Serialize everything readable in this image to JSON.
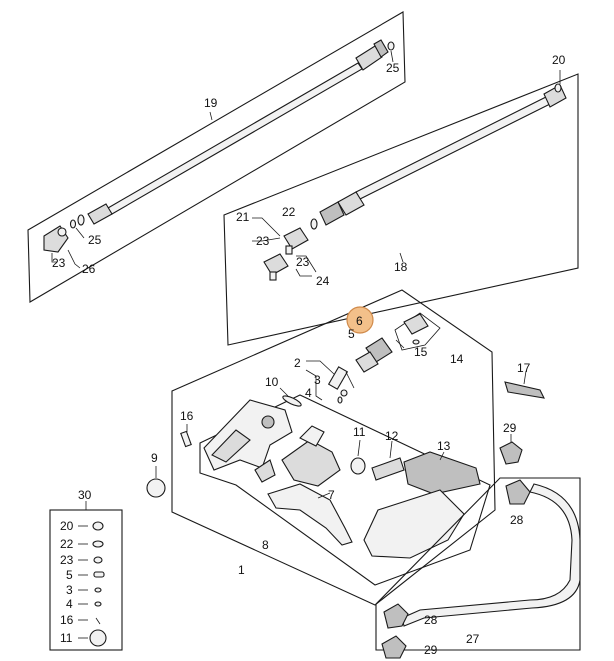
{
  "highlight_color": "#f3c08a",
  "labels": {
    "l19": "19",
    "l25a": "25",
    "l25b": "25",
    "l23a": "23",
    "l26": "26",
    "l20": "20",
    "l21": "21",
    "l22a": "22",
    "l23b": "23",
    "l23c": "23",
    "l24": "24",
    "l18": "18",
    "l6": "6",
    "l5a": "5",
    "l15": "15",
    "l14": "14",
    "l2": "2",
    "l3a": "3",
    "l4a": "4",
    "l10": "10",
    "l16a": "16",
    "l9": "9",
    "l11a": "11",
    "l12": "12",
    "l13": "13",
    "l7": "7",
    "l8": "8",
    "l1": "1",
    "l17": "17",
    "l29a": "29",
    "l28a": "28",
    "l28b": "28",
    "l29b": "29",
    "l27": "27",
    "l30": "30"
  },
  "kit_list": [
    "20",
    "22",
    "23",
    "5",
    "3",
    "4",
    "16",
    "11"
  ]
}
